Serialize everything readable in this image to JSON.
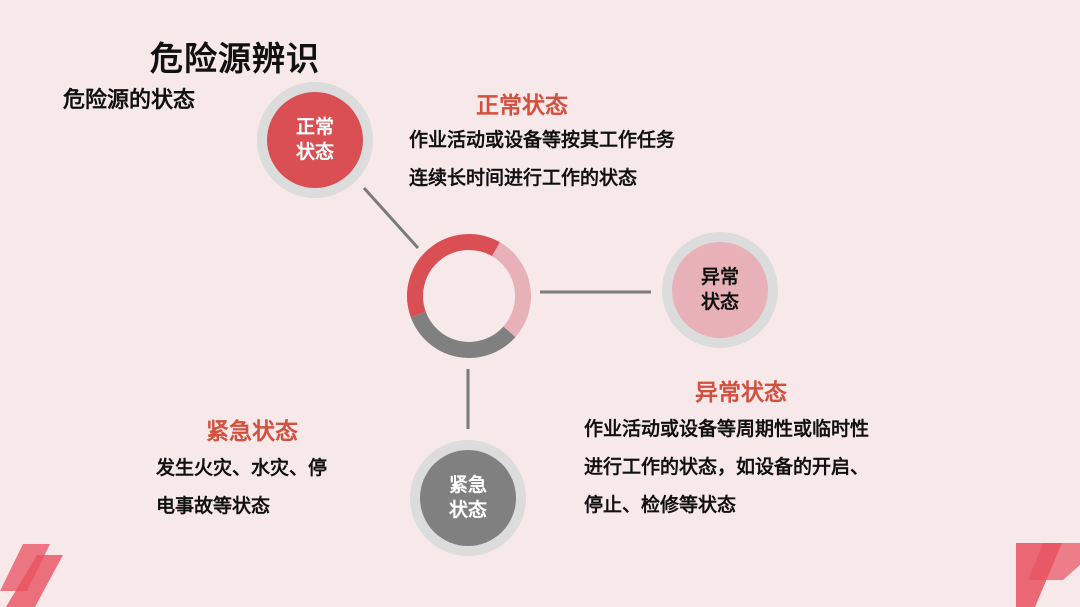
{
  "title": "危险源辨识",
  "subtitle": "危险源的状态",
  "colors": {
    "background": "#f7e8ea",
    "red": "#d94f53",
    "pink": "#e7b1b7",
    "gray": "#808080",
    "ring_gray": "#dcdcdc",
    "heading_red": "#d4503e",
    "line": "#7a7a7a"
  },
  "nodes": [
    {
      "id": "normal",
      "line1": "正常",
      "line2": "状态"
    },
    {
      "id": "abnormal",
      "line1": "异常",
      "line2": "状态"
    },
    {
      "id": "emergency",
      "line1": "紧急",
      "line2": "状态"
    }
  ],
  "descriptions": {
    "normal": {
      "heading": "正常状态",
      "lines": [
        "作业活动或设备等按其工作任务",
        "连续长时间进行工作的状态"
      ]
    },
    "abnormal": {
      "heading": "异常状态",
      "lines": [
        "作业活动或设备等周期性或临时性",
        "进行工作的状态，如设备的开启、",
        "停止、检修等状态"
      ]
    },
    "emergency": {
      "heading": "紧急状态",
      "lines": [
        "发生火灾、水灾、停",
        "电事故等状态"
      ]
    }
  },
  "ring_segments": [
    {
      "name": "normal",
      "color": "#d94f53",
      "start_deg": 200,
      "end_deg": 390
    },
    {
      "name": "abnormal",
      "color": "#e7b1b7",
      "start_deg": 30,
      "end_deg": 130
    },
    {
      "name": "emergency",
      "color": "#808080",
      "start_deg": 130,
      "end_deg": 200
    }
  ]
}
